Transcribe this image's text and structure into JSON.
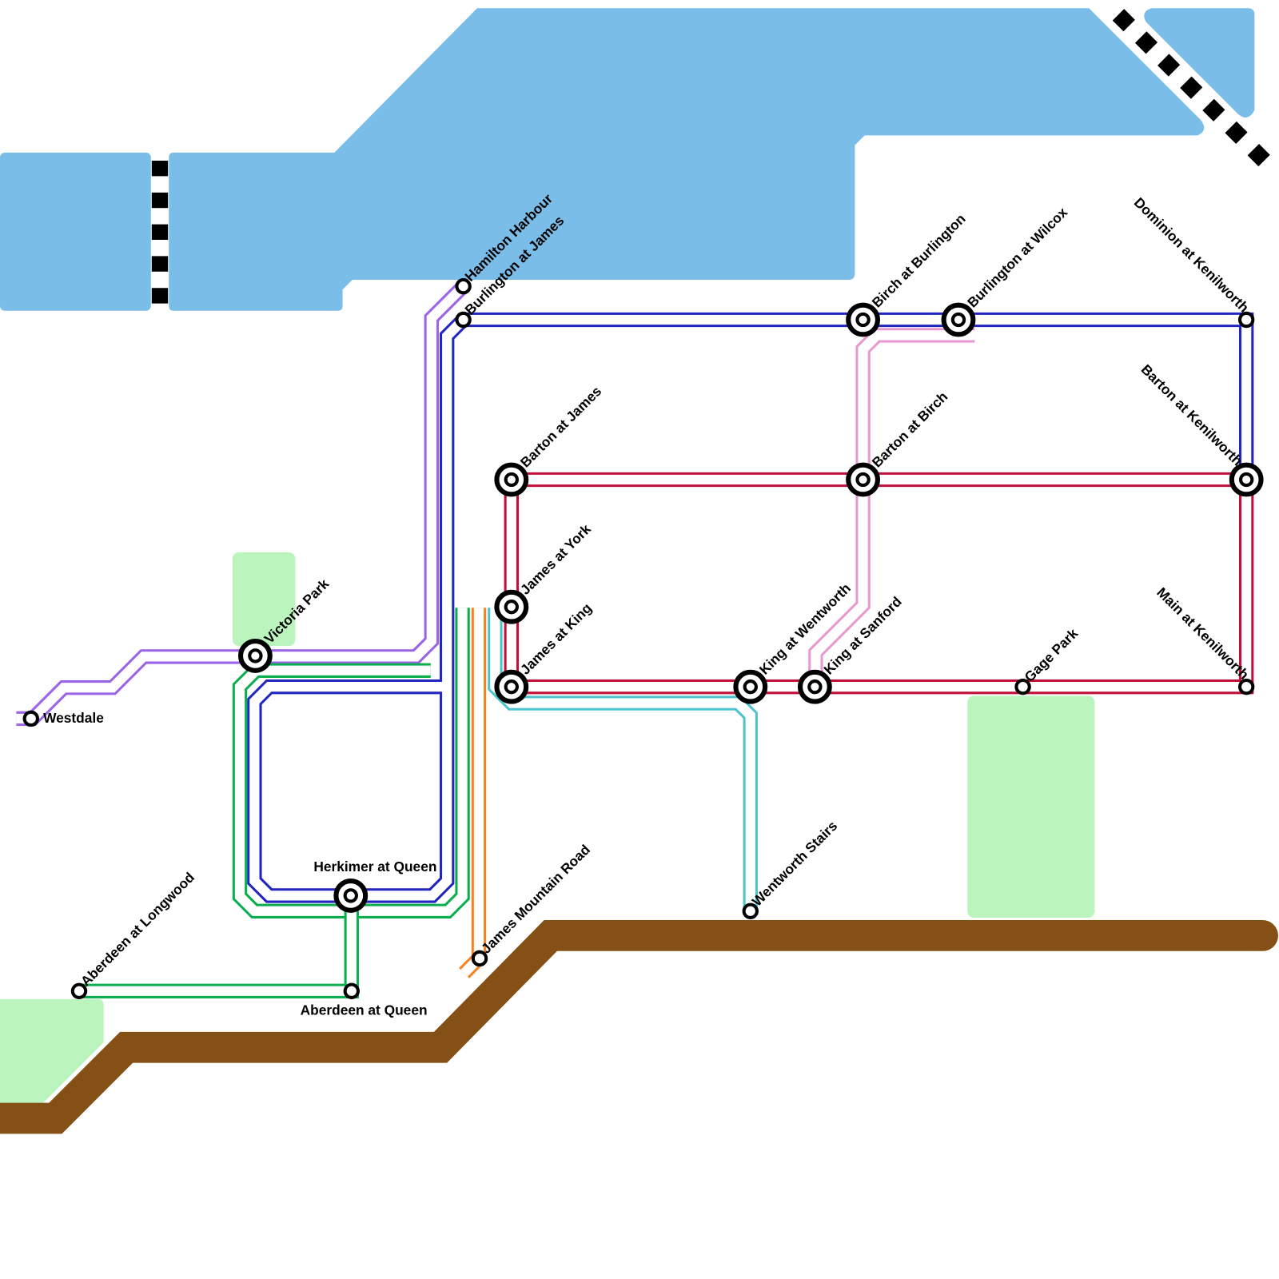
{
  "map": {
    "colors": {
      "water": "#79bde8",
      "park": "#bbf5bd",
      "escarpment": "#845015",
      "rail": "#000000",
      "station": "#000000"
    },
    "lines": [
      {
        "id": "purple",
        "color": "#9b63e6"
      },
      {
        "id": "blue",
        "color": "#2126c0"
      },
      {
        "id": "green",
        "color": "#0bae4f"
      },
      {
        "id": "orange",
        "color": "#f5821f"
      },
      {
        "id": "cyan",
        "color": "#4ec3cf"
      },
      {
        "id": "red",
        "color": "#c0103a"
      },
      {
        "id": "pink",
        "color": "#e899d0"
      }
    ],
    "stations": [
      {
        "name": "Westdale",
        "type": "stop"
      },
      {
        "name": "Victoria Park",
        "type": "interchange"
      },
      {
        "name": "Hamilton Harbour",
        "type": "stop"
      },
      {
        "name": "Burlington at James",
        "type": "stop"
      },
      {
        "name": "Herkimer at Queen",
        "type": "interchange"
      },
      {
        "name": "Aberdeen at Longwood",
        "type": "stop"
      },
      {
        "name": "Aberdeen at Queen",
        "type": "stop"
      },
      {
        "name": "James Mountain Road",
        "type": "stop"
      },
      {
        "name": "Barton at James",
        "type": "interchange"
      },
      {
        "name": "James at York",
        "type": "interchange"
      },
      {
        "name": "James at King",
        "type": "interchange"
      },
      {
        "name": "King at Wentworth",
        "type": "interchange"
      },
      {
        "name": "King at Sanford",
        "type": "interchange"
      },
      {
        "name": "Wentworth Stairs",
        "type": "stop"
      },
      {
        "name": "Gage Park",
        "type": "stop"
      },
      {
        "name": "Birch at Burlington",
        "type": "interchange"
      },
      {
        "name": "Burlington at Wilcox",
        "type": "interchange"
      },
      {
        "name": "Barton at Birch",
        "type": "interchange"
      },
      {
        "name": "Dominion at Kenilworth",
        "type": "stop"
      },
      {
        "name": "Barton at Kenilworth",
        "type": "interchange"
      },
      {
        "name": "Main at Kenilworth",
        "type": "stop"
      }
    ]
  }
}
